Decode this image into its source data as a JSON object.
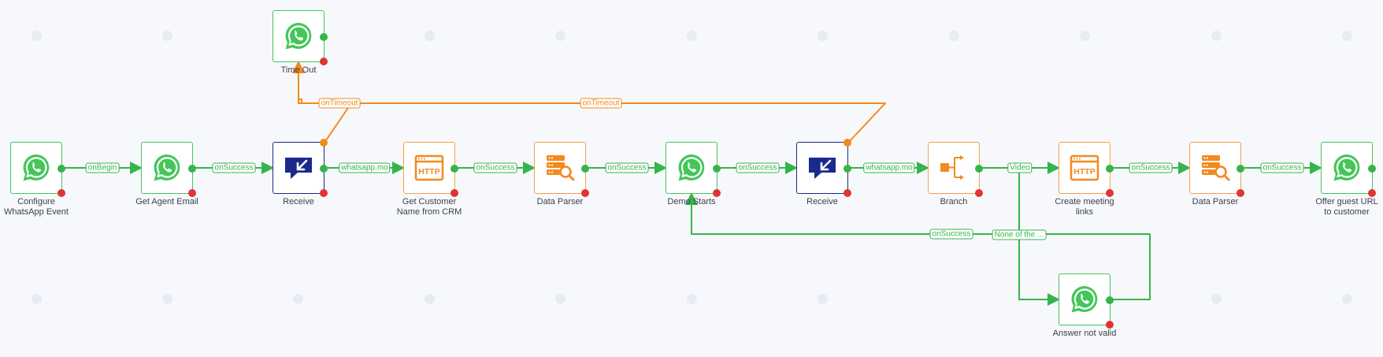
{
  "nodes": [
    {
      "id": "configure",
      "label": "Configure\nWhatsApp Event",
      "type": "whatsapp"
    },
    {
      "id": "agent-email",
      "label": "Get Agent Email",
      "type": "whatsapp"
    },
    {
      "id": "receive-1",
      "label": "Receive",
      "type": "receive"
    },
    {
      "id": "crm",
      "label": "Get Customer\nName from CRM",
      "type": "http"
    },
    {
      "id": "parser-1",
      "label": "Data Parser",
      "type": "parser"
    },
    {
      "id": "demo",
      "label": "Demo Starts",
      "type": "whatsapp"
    },
    {
      "id": "receive-2",
      "label": "Receive",
      "type": "receive"
    },
    {
      "id": "branch",
      "label": "Branch",
      "type": "branch"
    },
    {
      "id": "meeting",
      "label": "Create meeting\nlinks",
      "type": "http"
    },
    {
      "id": "parser-2",
      "label": "Data Parser",
      "type": "parser"
    },
    {
      "id": "guest-url",
      "label": "Offer guest URL\nto customer",
      "type": "whatsapp"
    },
    {
      "id": "timeout",
      "label": "Time Out",
      "type": "whatsapp"
    },
    {
      "id": "not-valid",
      "label": "Answer not valid",
      "type": "whatsapp"
    }
  ],
  "edges": [
    {
      "label": "onBegin",
      "color": "green"
    },
    {
      "label": "onSuccess",
      "color": "green"
    },
    {
      "label": "whatsapp.mo",
      "color": "green"
    },
    {
      "label": "onSuccess",
      "color": "green"
    },
    {
      "label": "onSuccess",
      "color": "green"
    },
    {
      "label": "onSuccess",
      "color": "green"
    },
    {
      "label": "whatsapp.mo",
      "color": "green"
    },
    {
      "label": "Video",
      "color": "green"
    },
    {
      "label": "onSuccess",
      "color": "green"
    },
    {
      "label": "onSuccess",
      "color": "green"
    },
    {
      "label": "onTimeout",
      "color": "orange"
    },
    {
      "label": "onTimeout",
      "color": "orange"
    },
    {
      "label": "None of the ...",
      "color": "green"
    },
    {
      "label": "onSuccess",
      "color": "green"
    }
  ],
  "colors": {
    "success": "#36b44c",
    "timeout": "#f28a1e",
    "error": "#e03434",
    "receive": "#1a2a8c",
    "http": "#f5a04a",
    "whatsapp": "#45c65a",
    "background": "#f7f8fb"
  },
  "icons": {
    "whatsapp": "whatsapp-icon",
    "receive": "receive-chat-icon",
    "http": "http-icon",
    "parser": "data-parser-icon",
    "branch": "branch-icon"
  }
}
